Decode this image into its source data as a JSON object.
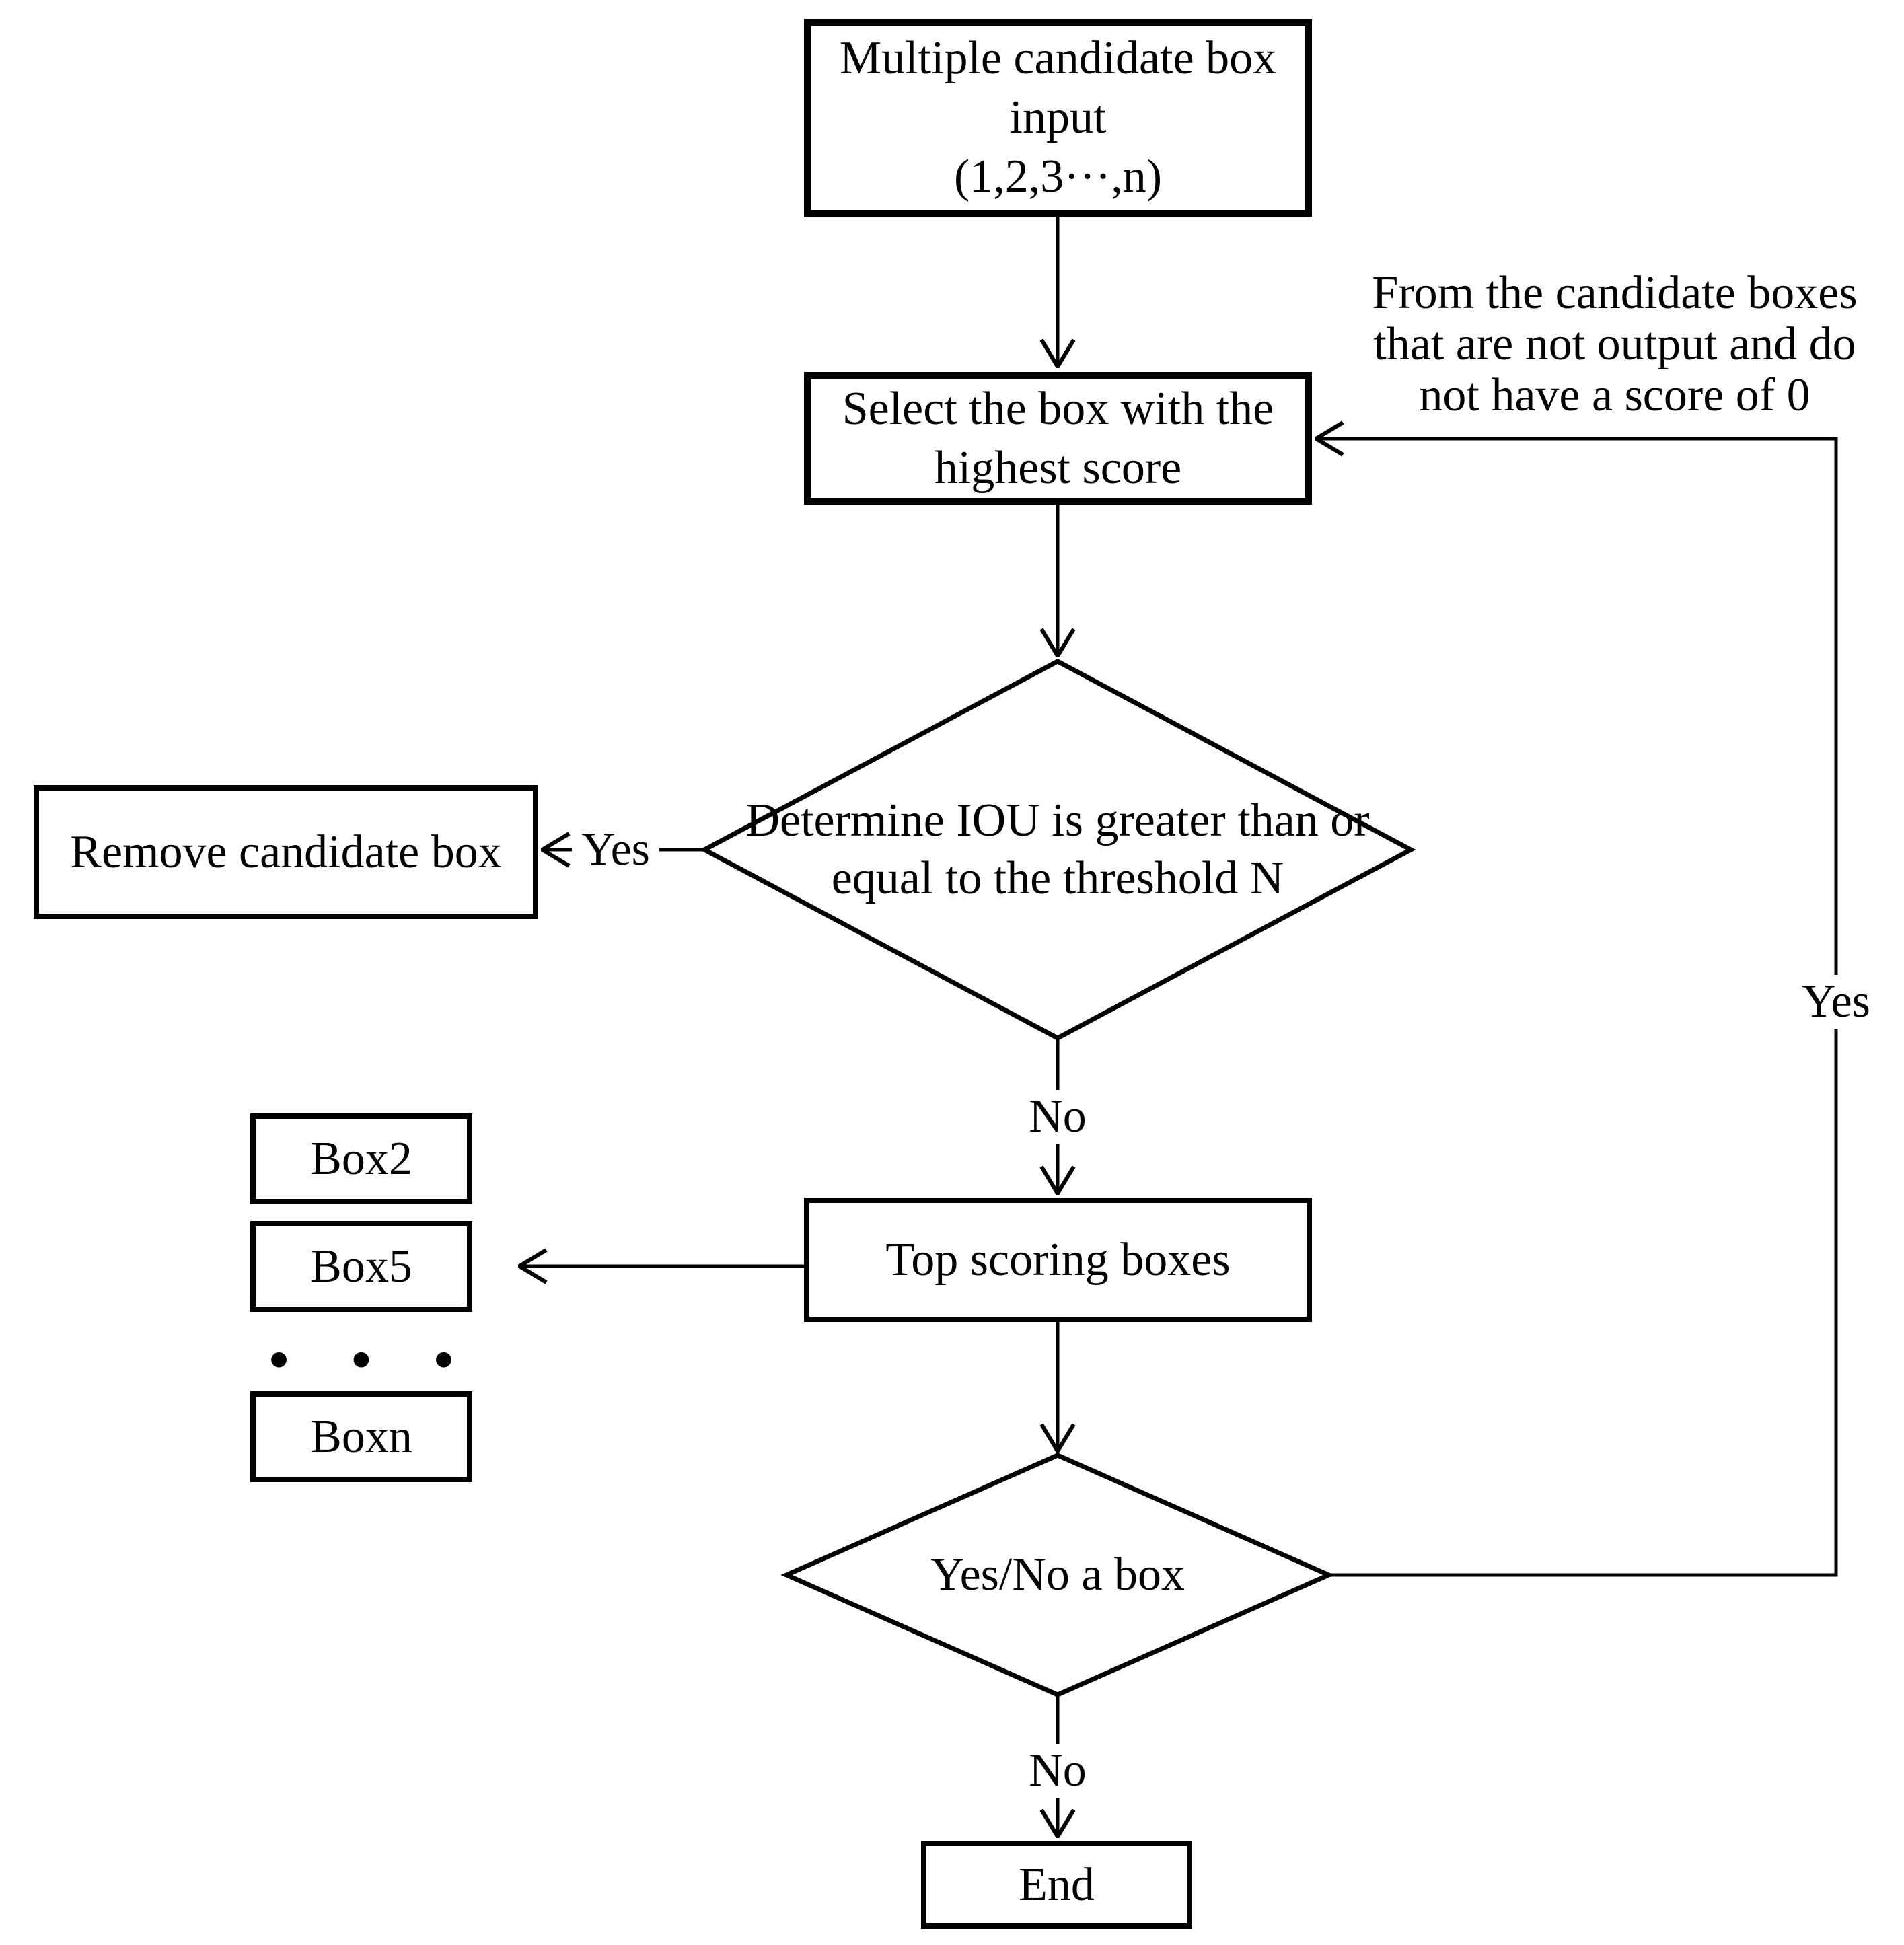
{
  "colors": {
    "line": "#000000",
    "background": "#ffffff",
    "text": "#000000"
  },
  "nodes": {
    "multiple_input": {
      "lines": [
        "Multiple candidate box",
        "input",
        "(1,2,3···,n)"
      ]
    },
    "select_highest": {
      "lines": [
        "Select the box with the",
        "highest score"
      ]
    },
    "iou_decision": {
      "lines": [
        "Determine IOU is greater than or",
        "equal to the threshold N"
      ]
    },
    "remove_candidate": {
      "label": "Remove candidate box"
    },
    "top_scoring": {
      "label": "Top scoring boxes"
    },
    "box2": {
      "label": "Box2"
    },
    "box5": {
      "label": "Box5"
    },
    "ellipsis": {
      "label": "• • •"
    },
    "boxn": {
      "label": "Boxn"
    },
    "yesno_decision": {
      "label": "Yes/No a box"
    },
    "end": {
      "label": "End"
    }
  },
  "edge_labels": {
    "yes_remove": "Yes",
    "no_top_scoring": "No",
    "yes_loop": "Yes",
    "no_end": "No"
  },
  "annotation": {
    "lines": [
      "From the candidate boxes",
      "that are not output and do",
      "not have a score of 0"
    ]
  }
}
